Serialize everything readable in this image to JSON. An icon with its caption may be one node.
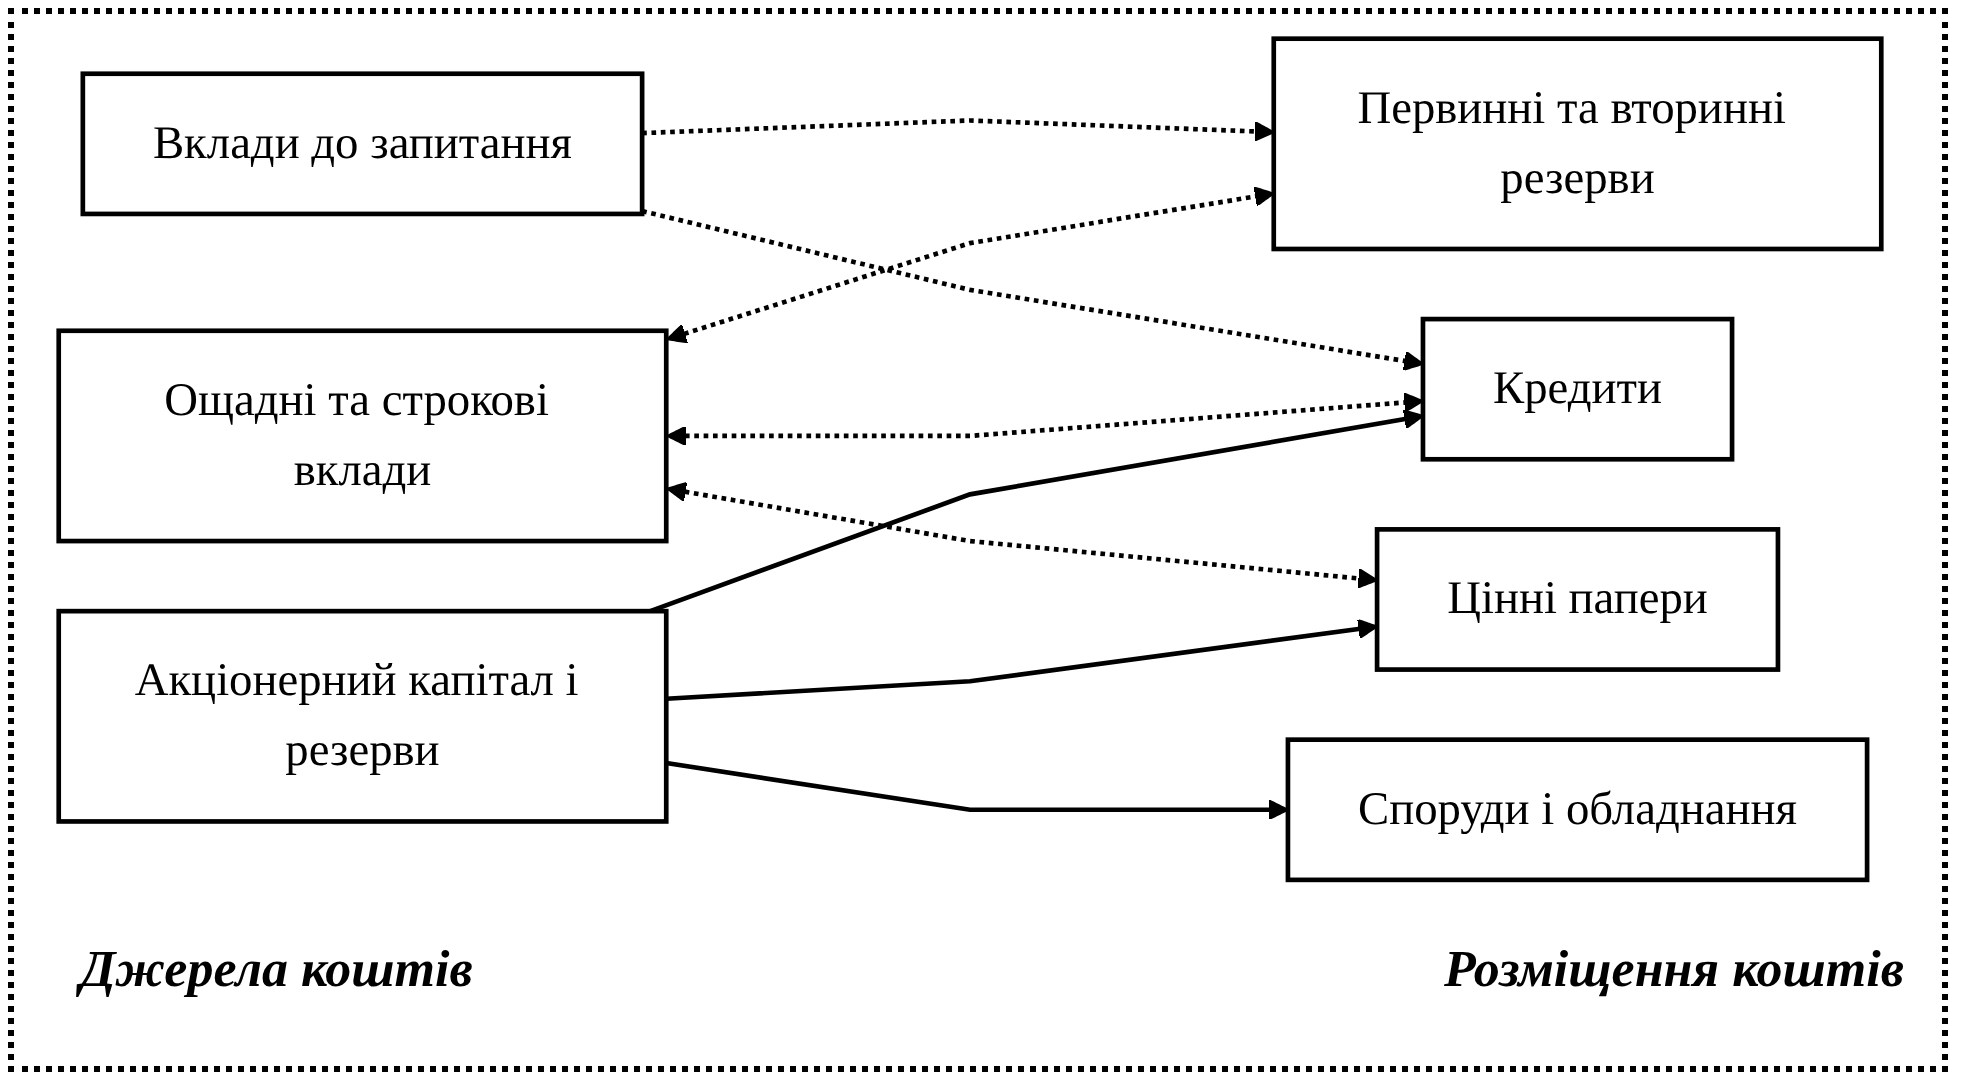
{
  "diagram": {
    "nodes": [
      {
        "text": [
          "Вклади до запитання"
        ]
      },
      {
        "text": [
          "Ощадні та строкові вклади"
        ]
      },
      {
        "text": [
          "Акціонерний капітал і резерви"
        ]
      },
      {
        "text": [
          "Первинні та вторинні резерви"
        ]
      },
      {
        "text": [
          "Кредити"
        ]
      },
      {
        "text": [
          "Цінні папери"
        ]
      },
      {
        "text": [
          "Споруди і обладнання"
        ]
      }
    ],
    "edges": [
      {
        "from": 0,
        "to": 3,
        "arrow": "to",
        "style": "dashed"
      },
      {
        "from": 0,
        "to": 4,
        "arrow": "to",
        "style": "dashed"
      },
      {
        "from": 1,
        "to": 3,
        "arrow": "both",
        "style": "dashed"
      },
      {
        "from": 1,
        "to": 4,
        "arrow": "both",
        "style": "dashed"
      },
      {
        "from": 1,
        "to": 5,
        "arrow": "both",
        "style": "dashed"
      },
      {
        "from": 2,
        "to": 4,
        "arrow": "to"
      },
      {
        "from": 2,
        "to": 5,
        "arrow": "to"
      },
      {
        "from": 2,
        "to": 6,
        "arrow": "to"
      }
    ],
    "labels": [
      "Джерела коштів",
      "Розміщення коштів"
    ]
  }
}
